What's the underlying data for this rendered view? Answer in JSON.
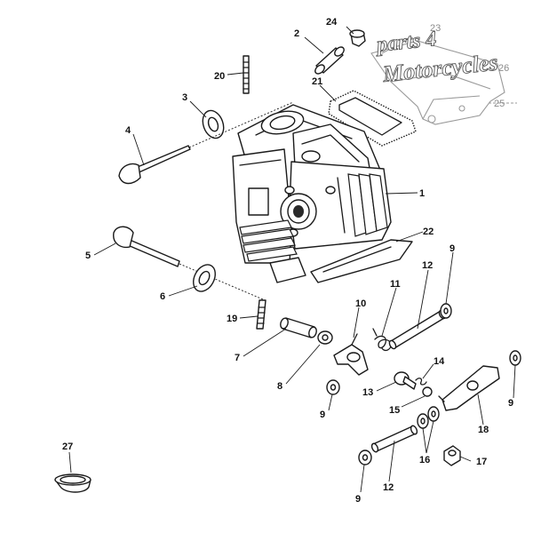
{
  "watermark": {
    "line1": "parts 4",
    "line2": "Motorcycles"
  },
  "callouts": [
    {
      "id": "c1",
      "label": "1"
    },
    {
      "id": "c2",
      "label": "2"
    },
    {
      "id": "c3",
      "label": "3"
    },
    {
      "id": "c4",
      "label": "4"
    },
    {
      "id": "c5",
      "label": "5"
    },
    {
      "id": "c6",
      "label": "6"
    },
    {
      "id": "c7",
      "label": "7"
    },
    {
      "id": "c8",
      "label": "8"
    },
    {
      "id": "c9a",
      "label": "9"
    },
    {
      "id": "c9b",
      "label": "9"
    },
    {
      "id": "c9c",
      "label": "9"
    },
    {
      "id": "c9d",
      "label": "9"
    },
    {
      "id": "c10",
      "label": "10"
    },
    {
      "id": "c11",
      "label": "11"
    },
    {
      "id": "c12a",
      "label": "12"
    },
    {
      "id": "c12b",
      "label": "12"
    },
    {
      "id": "c13",
      "label": "13"
    },
    {
      "id": "c14",
      "label": "14"
    },
    {
      "id": "c15",
      "label": "15"
    },
    {
      "id": "c16",
      "label": "16"
    },
    {
      "id": "c17",
      "label": "17"
    },
    {
      "id": "c18",
      "label": "18"
    },
    {
      "id": "c19",
      "label": "19"
    },
    {
      "id": "c20",
      "label": "20"
    },
    {
      "id": "c21",
      "label": "21"
    },
    {
      "id": "c22",
      "label": "22"
    },
    {
      "id": "c23",
      "label": "23"
    },
    {
      "id": "c24",
      "label": "24"
    },
    {
      "id": "c25",
      "label": "25"
    },
    {
      "id": "c26",
      "label": "26"
    },
    {
      "id": "c27",
      "label": "27"
    }
  ]
}
